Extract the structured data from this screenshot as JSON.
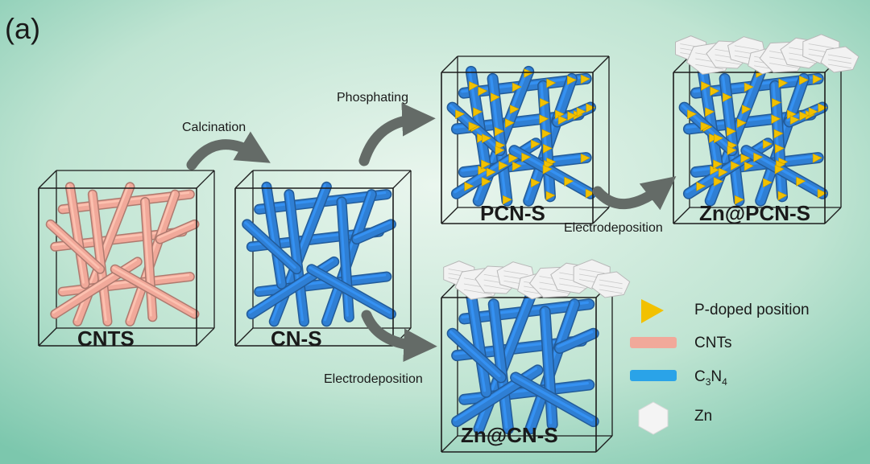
{
  "figure": {
    "panel_label": "(a)",
    "colors": {
      "background_center": "#e6f4ea",
      "background_edge": "#7fc9b0",
      "cnt": "#f1a99a",
      "c3n4": "#2f7fd4",
      "p_doped": "#f2c100",
      "zn": "#f2f2f2",
      "arrow": "#66706a"
    }
  },
  "samples": {
    "cnts": {
      "label": "CNTS"
    },
    "cn_s": {
      "label": "CN-S"
    },
    "pcn_s": {
      "label": "PCN-S"
    },
    "zn_pcn_s": {
      "label": "Zn@PCN-S"
    },
    "zn_cn_s": {
      "label": "Zn@CN-S"
    }
  },
  "steps": {
    "calcination": "Calcination",
    "phosphating": "Phosphating",
    "electrodeposition_upper": "Electrodeposition",
    "electrodeposition_lower": "Electrodeposition"
  },
  "legend": {
    "p_doped": "P-doped position",
    "cnts": "CNTs",
    "c3n4_base": "C",
    "c3n4_sub1": "3",
    "c3n4_mid": "N",
    "c3n4_sub2": "4",
    "zn": "Zn"
  }
}
